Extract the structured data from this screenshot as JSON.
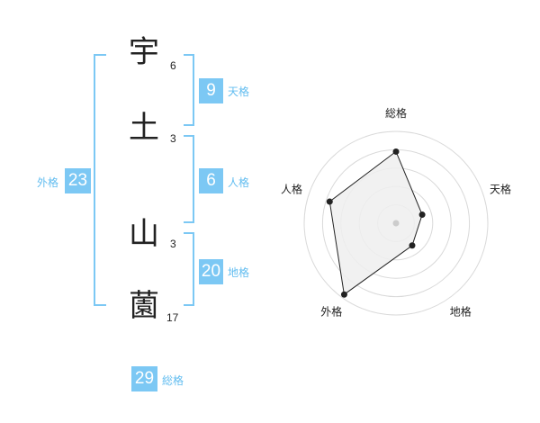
{
  "name_chars": [
    {
      "char": "宇",
      "strokes": "6"
    },
    {
      "char": "土",
      "strokes": "3"
    },
    {
      "char": "山",
      "strokes": "3"
    },
    {
      "char": "薗",
      "strokes": "17"
    }
  ],
  "fortunes": {
    "tenkaku": {
      "value": "9",
      "label": "天格"
    },
    "jinkaku": {
      "value": "6",
      "label": "人格"
    },
    "chikaku": {
      "value": "20",
      "label": "地格"
    },
    "gaikaku": {
      "value": "23",
      "label": "外格"
    },
    "soukaku": {
      "value": "29",
      "label": "総格"
    }
  },
  "colors": {
    "accent": "#7cc8f4",
    "label_text": "#62bdf0",
    "radar_fill": "#efefef",
    "radar_ring": "#d9d9d9",
    "radar_line": "#222222"
  },
  "chart_data": {
    "type": "radar",
    "axes": [
      "総格",
      "天格",
      "地格",
      "外格",
      "人格"
    ],
    "values": [
      3.9,
      1.5,
      1.5,
      4.8,
      3.8
    ],
    "range": [
      0,
      5
    ],
    "rings": 5
  }
}
